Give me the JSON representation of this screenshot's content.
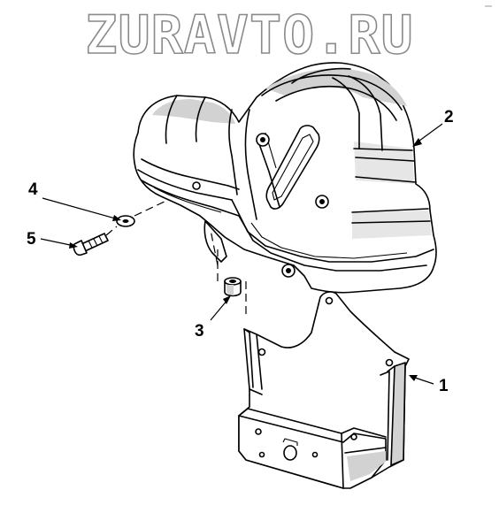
{
  "watermark": {
    "text": "ZURAVTO.RU"
  },
  "callouts": [
    {
      "id": "1",
      "label": "1"
    },
    {
      "id": "2",
      "label": "2"
    },
    {
      "id": "3",
      "label": "3"
    },
    {
      "id": "4",
      "label": "4"
    },
    {
      "id": "5",
      "label": "5"
    }
  ],
  "colors": {
    "line": "#000000",
    "watermark_outline": "#8a8a8a",
    "shading": "#d2d2d2",
    "background": "#ffffff"
  }
}
